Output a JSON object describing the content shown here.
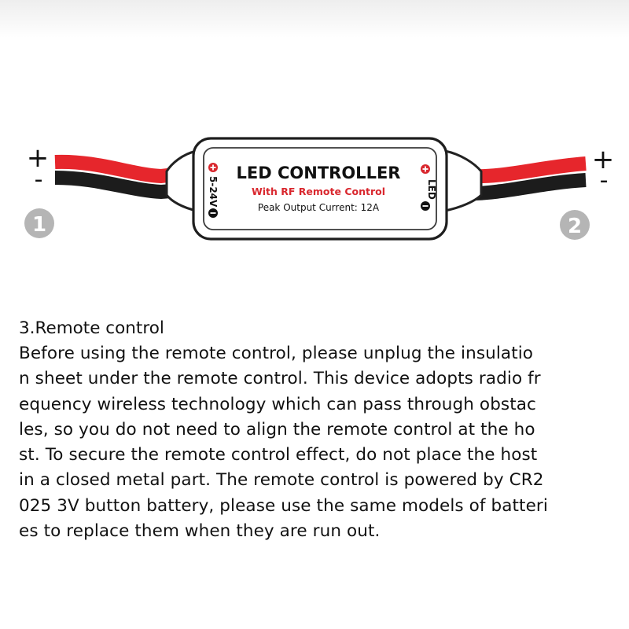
{
  "diagram": {
    "left_polarity": {
      "plus": "+",
      "minus": "-"
    },
    "right_polarity": {
      "plus": "+",
      "minus": "-"
    },
    "left_badge": "1",
    "right_badge": "2",
    "controller": {
      "title": "LED CONTROLLER",
      "subtitle": "With RF Remote Control",
      "spec": "Peak Output Current: 12A",
      "input_label": "5-24V",
      "output_label": "LED",
      "plus_symbol": "+",
      "minus_symbol": "-"
    },
    "colors": {
      "wire_red": "#e6262c",
      "wire_black": "#1c1c1c",
      "subtitle_red": "#d9272e",
      "badge_grey": "#b5b5b5",
      "text": "#111111"
    }
  },
  "description": {
    "heading": "3.Remote control",
    "lines": [
      "Before using the remote control, please unplug the insulatio",
      "n sheet under the remote control. This device adopts radio fr",
      "equency wireless technology which can pass through obstac",
      "les, so you do not need to align the remote control at the ho",
      "st. To secure the remote control effect, do not place the host",
      "in a closed metal part. The remote control is powered by CR2",
      "025 3V button battery, please use the same models of batteri",
      "es to replace them when they are run out."
    ]
  }
}
